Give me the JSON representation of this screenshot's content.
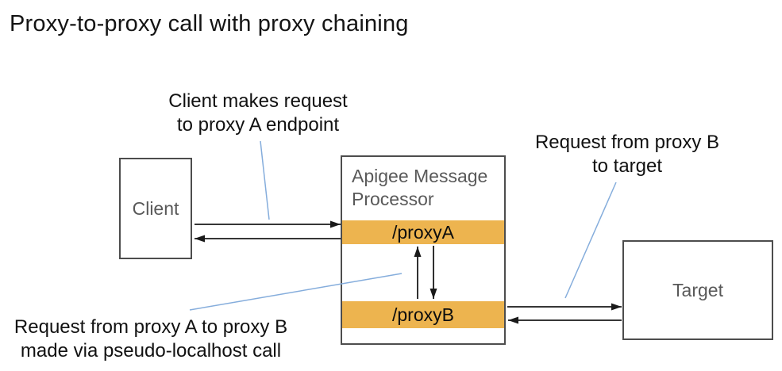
{
  "title": "Proxy-to-proxy call with proxy chaining",
  "colors": {
    "orange": "#EDB44F",
    "leader-blue": "#85ADDC",
    "border-gray": "#4D4D4D",
    "text-gray": "#595959",
    "arrow-black": "#1A1A1A",
    "title-black": "#141414"
  },
  "annotations": {
    "client_request": {
      "line1": "Client makes request",
      "line2": "to proxy A endpoint"
    },
    "proxyb_target": {
      "line1": "Request from proxy B",
      "line2": "to target"
    },
    "proxya_proxyb": {
      "line1": "Request from proxy A to proxy B",
      "line2": "made via pseudo-localhost call"
    }
  },
  "nodes": {
    "client": {
      "label": "Client"
    },
    "message_processor": {
      "label": "Apigee Message Processor",
      "proxy_a_label": "/proxyA",
      "proxy_b_label": "/proxyB"
    },
    "target": {
      "label": "Target"
    }
  }
}
